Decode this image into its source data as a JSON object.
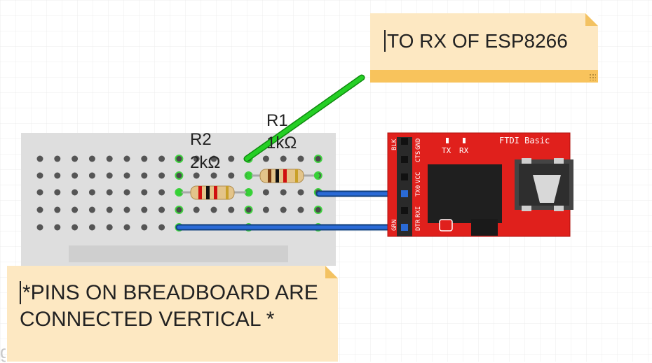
{
  "notes": {
    "top": "TO RX OF ESP8266",
    "bottom_line1": "*PINS ON BREADBOARD ARE",
    "bottom_line2": "CONNECTED VERTICAL *"
  },
  "resistors": {
    "r2": {
      "name": "R2",
      "value": "2kΩ"
    },
    "r1": {
      "name": "R1",
      "value": "1kΩ"
    }
  },
  "ftdi": {
    "title": "FTDI Basic",
    "led_tx": "TX",
    "led_rx": "RX",
    "pins": [
      "BLK",
      "GND",
      "CTS",
      "VCC",
      "TX0",
      "RXI",
      "DTR",
      "GRN"
    ],
    "color": "#e0201c"
  },
  "wire_colors": {
    "green": "#1ec21e",
    "blue": "#1f5fc9"
  },
  "edge_text": "g"
}
